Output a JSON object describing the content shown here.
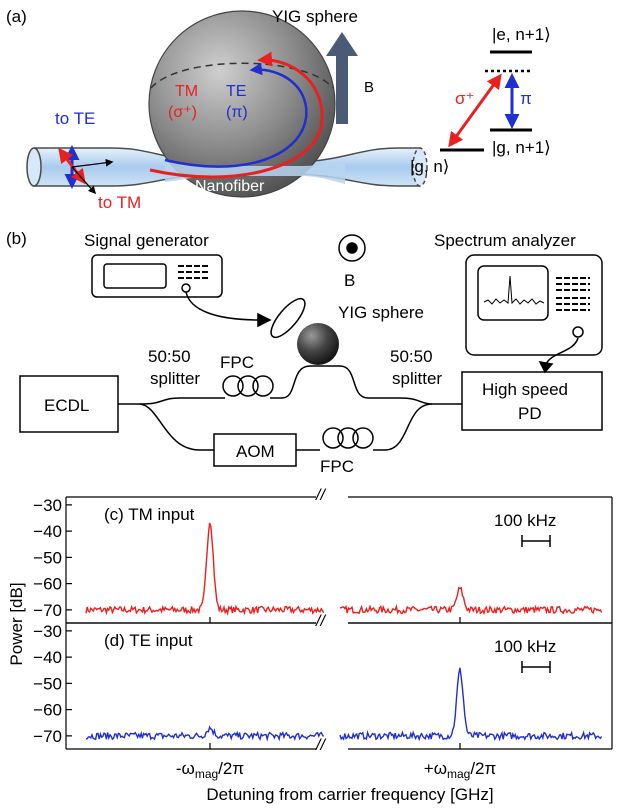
{
  "panel_a": {
    "label": "(a)",
    "yig_sphere": "YIG sphere",
    "b_field": "B",
    "tm_label": "TM",
    "tm_pol": "(σ⁺)",
    "te_label": "TE",
    "te_pol": "(π)",
    "to_te": "to TE",
    "to_tm": "to TM",
    "nanofiber": "Nanofiber",
    "levels": {
      "excited": "|e, n+1⟩",
      "ground_n": "|g, n⟩",
      "ground_n1": "|g, n+1⟩",
      "sigma_plus": "σ⁺",
      "pi": "π"
    },
    "colors": {
      "tm": "#e8201f",
      "te": "#1f2fd0",
      "sphere": "#6f6f6f",
      "fiber": "#bcd8f2",
      "arrow_b": "#4a5b76"
    }
  },
  "panel_b": {
    "label": "(b)",
    "signal_generator": "Signal generator",
    "spectrum_analyzer": "Spectrum analyzer",
    "b_field": "B",
    "yig_sphere": "YIG sphere",
    "ecdl": "ECDL",
    "splitter_left": [
      "50:50",
      "splitter"
    ],
    "splitter_right": [
      "50:50",
      "splitter"
    ],
    "fpc_top": "FPC",
    "fpc_bottom": "FPC",
    "aom": "AOM",
    "detector": [
      "High speed",
      "PD"
    ]
  },
  "chart_data": [
    {
      "type": "line",
      "label": "(c) TM input",
      "ylabel": "Power [dB]",
      "xlabel": "Detuning from carrier frequency [GHz]",
      "ylim": [
        -75,
        -27
      ],
      "yticks": [
        -70,
        -60,
        -50,
        -40,
        -30
      ],
      "x_tick_labels": [
        "-ω_mag/2π",
        "+ω_mag/2π"
      ],
      "scale_bar": "100 kHz",
      "axis_break": "//",
      "series": [
        {
          "color": "#e8201f",
          "noise_floor": -70,
          "peaks": [
            {
              "segment": "left",
              "x": 0,
              "value": -36
            },
            {
              "segment": "right",
              "x": 0,
              "value": -62
            }
          ]
        }
      ]
    },
    {
      "type": "line",
      "label": "(d) TE input",
      "ylabel": "Power [dB]",
      "xlabel": "Detuning from carrier frequency [GHz]",
      "ylim": [
        -75,
        -27
      ],
      "yticks": [
        -70,
        -60,
        -50,
        -40,
        -30
      ],
      "x_tick_labels": [
        "-ω_mag/2π",
        "+ω_mag/2π"
      ],
      "scale_bar": "100 kHz",
      "axis_break": "//",
      "series": [
        {
          "color": "#1f2fd0",
          "noise_floor": -70,
          "peaks": [
            {
              "segment": "left",
              "x": 0,
              "value": -67
            },
            {
              "segment": "right",
              "x": 0,
              "value": -45
            }
          ]
        }
      ]
    }
  ]
}
